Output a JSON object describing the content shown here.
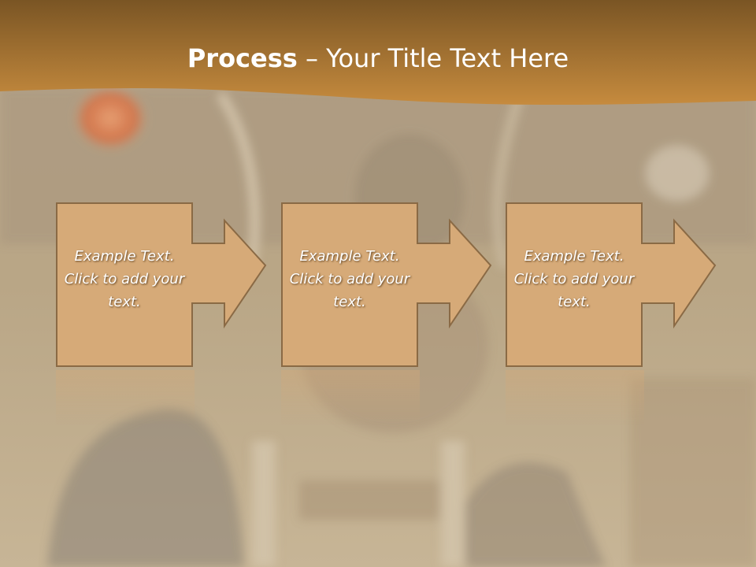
{
  "slide": {
    "title_bold": "Process",
    "title_separator": " – ",
    "title_rest": "Your Title Text Here"
  },
  "steps": [
    {
      "text": "Example Text. Click  to add your text."
    },
    {
      "text": "Example Text. Click  to add your text."
    },
    {
      "text": "Example Text. Click  to add your text."
    }
  ],
  "colors": {
    "banner_top": "#7a5524",
    "banner_bottom": "#c68b3e",
    "shape_fill": "#d6aa78",
    "shape_stroke": "#8a6a45",
    "text": "#ffffff"
  },
  "icons": {
    "step_arrow": "right-arrow-icon",
    "background": "motorcycle-photo"
  }
}
